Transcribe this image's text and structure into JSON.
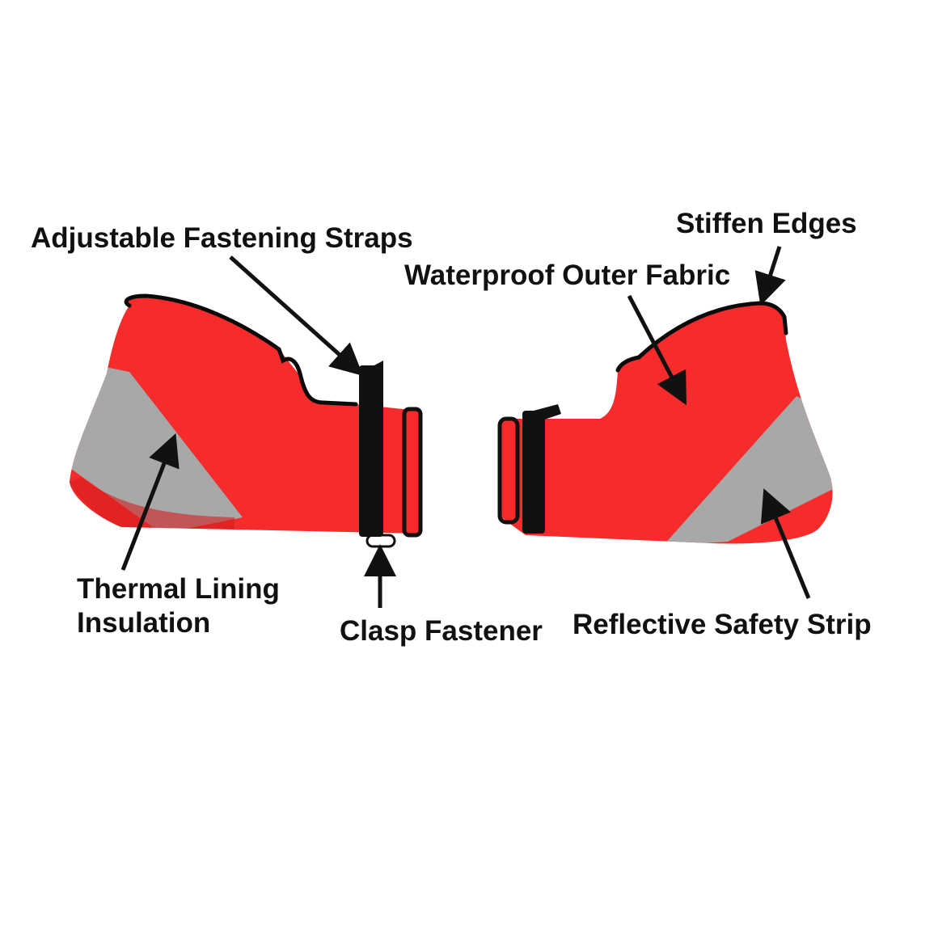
{
  "colors": {
    "fabric": "#f62c2c",
    "fabric_shadow": "#d41e1e",
    "reflective": "#a8a8a8",
    "strap": "#111111",
    "outline": "#0a0a0a",
    "text": "#111111",
    "background": "#ffffff"
  },
  "labels": {
    "straps": "Adjustable Fastening Straps",
    "edges": "Stiffen Edges",
    "fabric": "Waterproof Outer Fabric",
    "lining_line1": "Thermal Lining",
    "lining_line2": "Insulation",
    "clasp": "Clasp Fastener",
    "reflective": "Reflective Safety Strip"
  }
}
